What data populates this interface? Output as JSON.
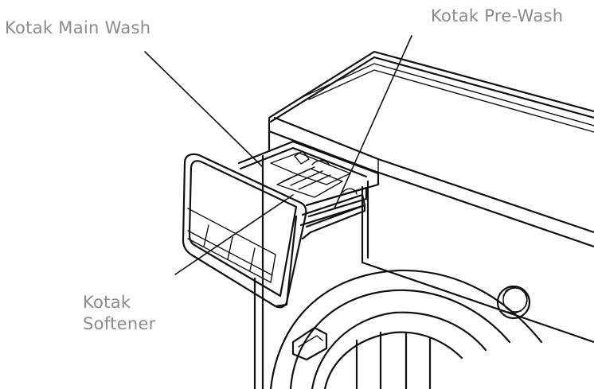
{
  "labels": {
    "main_wash": "Kotak Main Wash",
    "pre_wash": "Kotak Pre-Wash",
    "softener_line1": "Kotak",
    "softener_line2": "Softener"
  },
  "colors": {
    "label_text": "#8a8a8a",
    "line_art": "#111111",
    "background": "#ffffff"
  }
}
